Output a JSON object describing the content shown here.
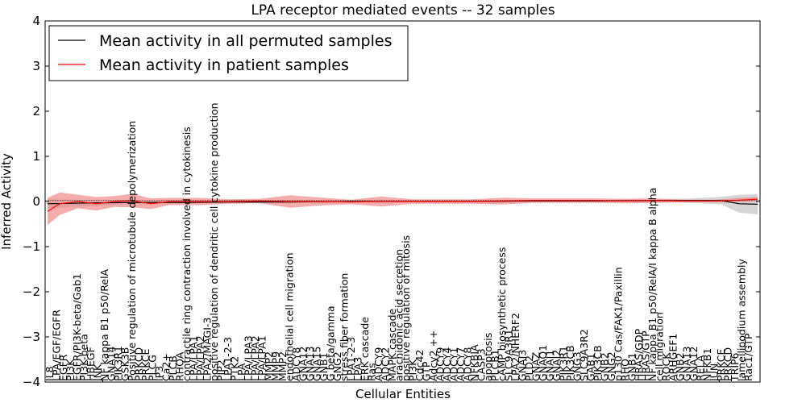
{
  "chart_data": {
    "type": "line",
    "title": "LPA receptor mediated events -- 32 samples",
    "xlabel": "Cellular Entities",
    "ylabel": "Inferred Activity",
    "ylim": [
      -4,
      4
    ],
    "yticks": [
      -4,
      -3,
      -2,
      -1,
      0,
      1,
      2,
      3,
      4
    ],
    "ytick_labels": [
      "−4",
      "−3",
      "−2",
      "−1",
      "0",
      "1",
      "2",
      "3",
      "4"
    ],
    "grid": false,
    "legend_position": "top-left",
    "series": [
      {
        "name": "Mean activity in all permuted samples",
        "color": "#000000",
        "band_color": "#bbbbbb",
        "points": [
          [
            0,
            -0.05
          ],
          [
            8,
            -0.03
          ],
          [
            15,
            -0.02
          ],
          [
            22,
            -0.02
          ],
          [
            30,
            -0.01
          ],
          [
            40,
            -0.01
          ],
          [
            50,
            0
          ],
          [
            60,
            0
          ],
          [
            70,
            0
          ],
          [
            80,
            0.01
          ],
          [
            90,
            0.01
          ],
          [
            100,
            0.02
          ],
          [
            106,
            0.02
          ],
          [
            111,
            0.02
          ],
          [
            114,
            -0.05
          ],
          [
            117,
            -0.06
          ]
        ],
        "band": [
          [
            0,
            0.1
          ],
          [
            5,
            0.08
          ],
          [
            10,
            0.05
          ],
          [
            20,
            0.03
          ],
          [
            30,
            0.02
          ],
          [
            40,
            0.02
          ],
          [
            50,
            0.02
          ],
          [
            60,
            0.02
          ],
          [
            70,
            0.02
          ],
          [
            80,
            0.02
          ],
          [
            90,
            0.02
          ],
          [
            100,
            0.03
          ],
          [
            106,
            0.05
          ],
          [
            110,
            0.05
          ],
          [
            112,
            0.12
          ],
          [
            114,
            0.2
          ],
          [
            117,
            0.22
          ]
        ]
      },
      {
        "name": "Mean activity in patient samples",
        "color": "#ff0000",
        "band_color": "#f08080",
        "points": [
          [
            0,
            -0.22
          ],
          [
            2,
            -0.05
          ],
          [
            5,
            0
          ],
          [
            8,
            -0.05
          ],
          [
            11,
            0
          ],
          [
            14,
            0.02
          ],
          [
            17,
            -0.05
          ],
          [
            20,
            0
          ],
          [
            25,
            0
          ],
          [
            30,
            0
          ],
          [
            35,
            0.01
          ],
          [
            40,
            0
          ],
          [
            45,
            0
          ],
          [
            50,
            -0.01
          ],
          [
            55,
            0
          ],
          [
            60,
            0
          ],
          [
            65,
            0
          ],
          [
            70,
            0
          ],
          [
            75,
            0.01
          ],
          [
            80,
            0.02
          ],
          [
            85,
            0.02
          ],
          [
            90,
            0.02
          ],
          [
            95,
            0.01
          ],
          [
            100,
            0.02
          ],
          [
            105,
            0.01
          ],
          [
            110,
            0.01
          ],
          [
            114,
            0.03
          ],
          [
            117,
            0.05
          ]
        ],
        "band": [
          [
            0,
            0.3
          ],
          [
            2,
            0.25
          ],
          [
            5,
            0.15
          ],
          [
            8,
            0.15
          ],
          [
            11,
            0.12
          ],
          [
            14,
            0.15
          ],
          [
            17,
            0.12
          ],
          [
            20,
            0.08
          ],
          [
            25,
            0.08
          ],
          [
            30,
            0.05
          ],
          [
            35,
            0.05
          ],
          [
            38,
            0.14
          ],
          [
            41,
            0.14
          ],
          [
            44,
            0.1
          ],
          [
            48,
            0.05
          ],
          [
            52,
            0.05
          ],
          [
            54,
            0.12
          ],
          [
            56,
            0.1
          ],
          [
            60,
            0.05
          ],
          [
            62,
            0.1
          ],
          [
            65,
            0.05
          ],
          [
            70,
            0.05
          ],
          [
            74,
            0.05
          ],
          [
            76,
            0.1
          ],
          [
            79,
            0.05
          ],
          [
            85,
            0.05
          ],
          [
            90,
            0.05
          ],
          [
            95,
            0.05
          ],
          [
            100,
            0.05
          ],
          [
            105,
            0.03
          ],
          [
            110,
            0.03
          ],
          [
            114,
            0.05
          ],
          [
            117,
            0.05
          ]
        ]
      }
    ],
    "x_labels": [
      "IL8",
      "LPA/EGF/EGFR",
      "EGFR",
      "PI3K",
      "EGFR/PI3K-beta/Gab1",
      "PI3K-beta",
      "HBEGF",
      "JNK",
      "NF kappa B1 p50/RelA",
      "GNA14",
      "PIK3R1",
      "GSK3B",
      "Positive regulation of microtubule depolymerization",
      "PRKCD",
      "PRKCE",
      "PLCG",
      "IP3",
      "Ca2+",
      "PLCB",
      "RHOA",
      "contractile ring contraction involved in cytokinesis",
      "LPA/LPA1",
      "LPA/LPA2",
      "LPA2/MAGI-3",
      "positive regulation of dendritic cell cytokine production",
      "PIP2",
      "LPA1-2-3",
      "PTK2",
      "LPA",
      "LPA/LPA3",
      "LPA/LPA2",
      "LPA/LPA1",
      "MMP2",
      "MMP9",
      "MMP2",
      "endothelial cell migration",
      "ADCY8",
      "GNA12",
      "GNA13",
      "GNA15",
      "GNB1",
      "G beta/gamma",
      "GNG2",
      "stress fiber formation",
      "LPA1-2-3",
      "LPA3",
      "ERK cascade",
      "Ras",
      "ADCY9",
      "ADCY2",
      "MAPK cascade",
      "arachidonic acid secretion",
      "positive regulation of mitosis",
      "PI3K",
      "Cdc42",
      "GTP",
      "Adcy2 ++",
      "ADCY9",
      "ADCY4",
      "ADCY1",
      "ADCY7",
      "ADCY8",
      "NFKBIA",
      "CASP3",
      "apoptosis",
      "PLCB1",
      "cAMP biosynthetic process",
      "SLC9A3R1",
      "LPA2/NHERF2",
      "GNAI3",
      "PLD2",
      "GNAZ",
      "GNAO1",
      "GNAI1",
      "GNAI2",
      "PIK3R1",
      "PIK3CB",
      "GNG3",
      "SLC9A3R2",
      "GAB1",
      "PIK3CB",
      "GNB2",
      "GNG2",
      "p130 Cas/FAK1/Paxillin",
      "RHO",
      "GNB1",
      "HRAS/GDP",
      "HRAS/GTP",
      "NF kappa B1 p50/RelA/I kappa B alpha",
      "cell migration",
      "ROCK",
      "ARHGEF1",
      "GNB2",
      "GNA13",
      "GNA12",
      "RELA",
      "NFKB1",
      "JUN",
      "PRKCE",
      "PRKCD",
      "TRIP6",
      "lamellipodium assembly",
      "Rac1/GTP"
    ]
  },
  "legend": {
    "entries": [
      {
        "label": "Mean activity in all permuted samples",
        "color": "#000000"
      },
      {
        "label": "Mean activity in patient samples",
        "color": "#ff0000"
      }
    ]
  }
}
